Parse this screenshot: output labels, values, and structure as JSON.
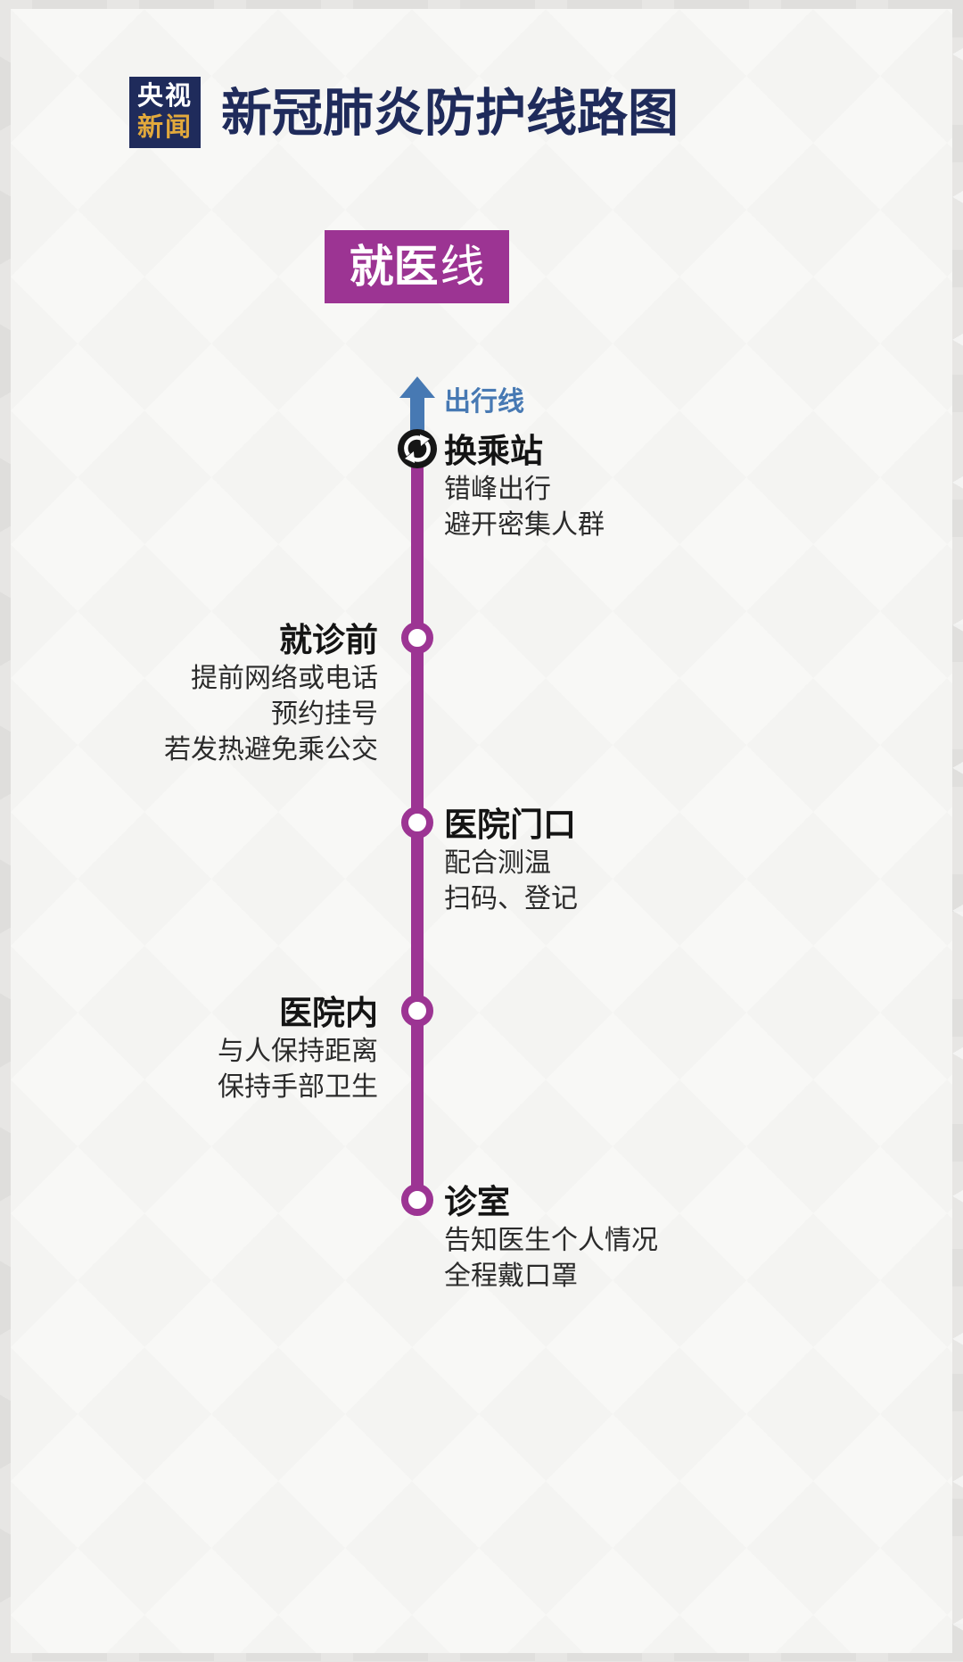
{
  "header": {
    "logo_line1": "央视",
    "logo_line2": "新闻",
    "title_part1": "新冠肺炎",
    "title_part2": "防护线路图"
  },
  "badge": {
    "bold_text": "就医",
    "regular_text": "线"
  },
  "route": {
    "arrow_label": "出行线",
    "stations": [
      {
        "name": "换乘站",
        "side": "right",
        "marker": "transfer-icon",
        "details": [
          "错峰出行",
          "避开密集人群"
        ]
      },
      {
        "name": "就诊前",
        "side": "left",
        "marker": "circle",
        "details": [
          "提前网络或电话",
          "预约挂号",
          "若发热避免乘公交"
        ]
      },
      {
        "name": "医院门口",
        "side": "right",
        "marker": "circle",
        "details": [
          "配合测温",
          "扫码、登记"
        ]
      },
      {
        "name": "医院内",
        "side": "left",
        "marker": "circle",
        "details": [
          "与人保持距离",
          "保持手部卫生"
        ]
      },
      {
        "name": "诊室",
        "side": "right",
        "marker": "circle",
        "details": [
          "告知医生个人情况",
          "全程戴口罩"
        ]
      }
    ]
  },
  "colors": {
    "purple": "#9c3493",
    "navy": "#1f2b5b",
    "blue": "#4779b3",
    "gold": "#e2a93c"
  }
}
